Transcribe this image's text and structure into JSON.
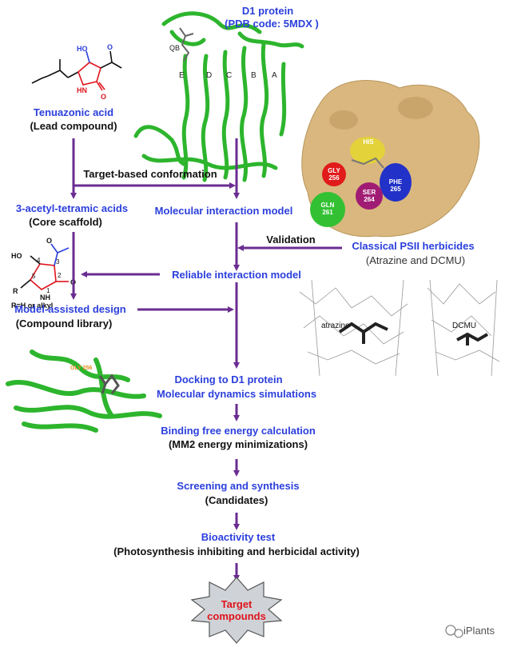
{
  "d1": {
    "title": "D1 protein",
    "pdb": "(PDB code: 5MDX )",
    "helix_labels": [
      "E",
      "D",
      "C",
      "B",
      "A"
    ],
    "qb": "QB"
  },
  "lead": {
    "name": "Tenuazonic acid",
    "sub": "(Lead compound)",
    "atoms": {
      "ho": "HO",
      "hn": "HN",
      "o": "O"
    }
  },
  "pocket": {
    "residues": [
      "HIS",
      "GLY\n256",
      "SER\n264",
      "PHE\n265",
      "GLN\n261"
    ]
  },
  "flow": {
    "target_conf": "Target-based conformation",
    "core_name": "3-acetyl-tetramic acids",
    "core_sub": "(Core scaffold)",
    "mol_interaction": "Molecular interaction model",
    "validation": "Validation",
    "classical_name": "Classical PSII herbicides",
    "classical_sub": "(Atrazine and DCMU)",
    "reliable": "Reliable interaction model",
    "design": "Model-assisted design",
    "design_sub": "(Compound  library)",
    "docking": "Docking to D1 protein",
    "md": "Molecular dynamics simulations",
    "binding": "Binding free energy calculation",
    "binding_sub": "(MM2 energy minimizations)",
    "screening": "Screening and synthesis",
    "screening_sub": "(Candidates)",
    "bioactivity": "Bioactivity test",
    "bioactivity_sub": "(Photosynthesis inhibiting and herbicidal activity)",
    "target": "Target compounds"
  },
  "core_structure": {
    "r_label": "R=H or alkyl",
    "ho": "HO",
    "nh": "NH",
    "o": "O",
    "r": "R",
    "nums": [
      "1",
      "2",
      "3",
      "4",
      "5"
    ]
  },
  "herbicides": {
    "atrazine": "atrazine",
    "dcmu": "DCMU"
  },
  "docked_residue": "GLY 256",
  "watermark": "iPlants",
  "colors": {
    "arrow": "#6a2c91",
    "protein": "#2db52d",
    "pocket": "#d9b77e",
    "blue_text": "#2b3fdc"
  }
}
